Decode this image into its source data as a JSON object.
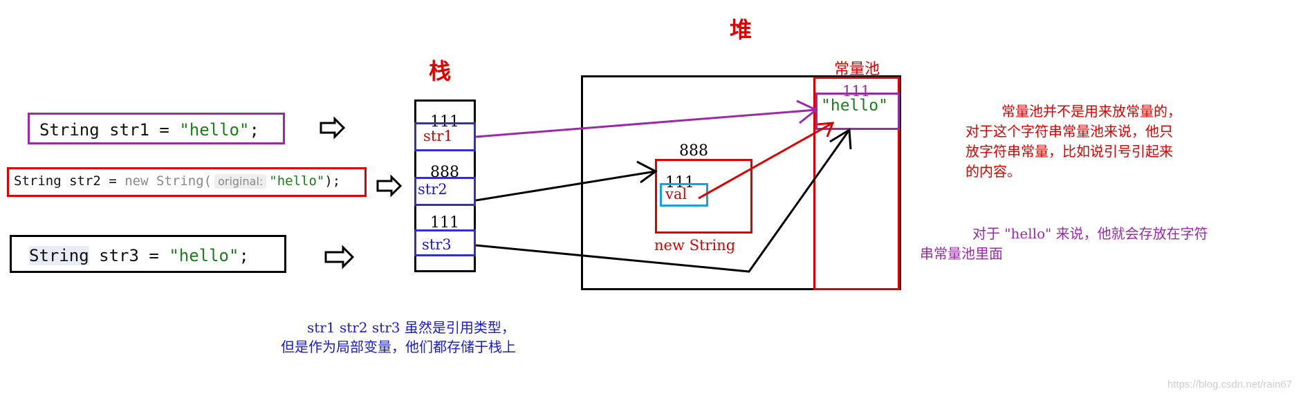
{
  "code_lines": {
    "line1": {
      "type_kw": "String",
      "var": "str1",
      "eq": "=",
      "literal": "\"hello\"",
      "end": ";"
    },
    "line2": {
      "type_kw": "String",
      "var": "str2",
      "eq": "=",
      "new_kw": "new",
      "ctor": "String(",
      "hint": "original:",
      "literal": "\"hello\"",
      "end": ");"
    },
    "line3": {
      "type_kw": "String",
      "var": "str3",
      "eq": "=",
      "literal": "\"hello\"",
      "end": ";"
    }
  },
  "stack": {
    "title": "栈",
    "cells": [
      {
        "addr": "111",
        "label": "str1"
      },
      {
        "addr": "888",
        "label": "str2"
      },
      {
        "addr": "111",
        "label": "str3"
      }
    ]
  },
  "heap": {
    "title": "堆",
    "new_string": {
      "addr": "888",
      "field_addr": "111",
      "field": "val",
      "caption": "new String"
    },
    "pool": {
      "title": "常量池",
      "addr": "111",
      "literal": "\"hello\""
    }
  },
  "notes": {
    "stack_note_line1": "str1 str2 str3 虽然是引用类型，",
    "stack_note_line2": "但是作为局部变量，他们都存储于栈上",
    "pool_note_line1": "常量池并不是用来放常量的，",
    "pool_note_line2": "对于这个字符串常量池来说，他只",
    "pool_note_line3": "放字符串常量，比如说引号引起来",
    "pool_note_line4": "的内容。",
    "hello_note_line1": "对于 \"hello\" 来说，他就会存放在字符",
    "hello_note_line2": "串常量池里面"
  },
  "watermark": "https://blog.csdn.net/rain67",
  "colors": {
    "red": "#e00000",
    "blue": "#1a1ad6",
    "purple": "#9a2aa8",
    "cyan": "#1aa0e0",
    "green": "#1a7f1a"
  }
}
